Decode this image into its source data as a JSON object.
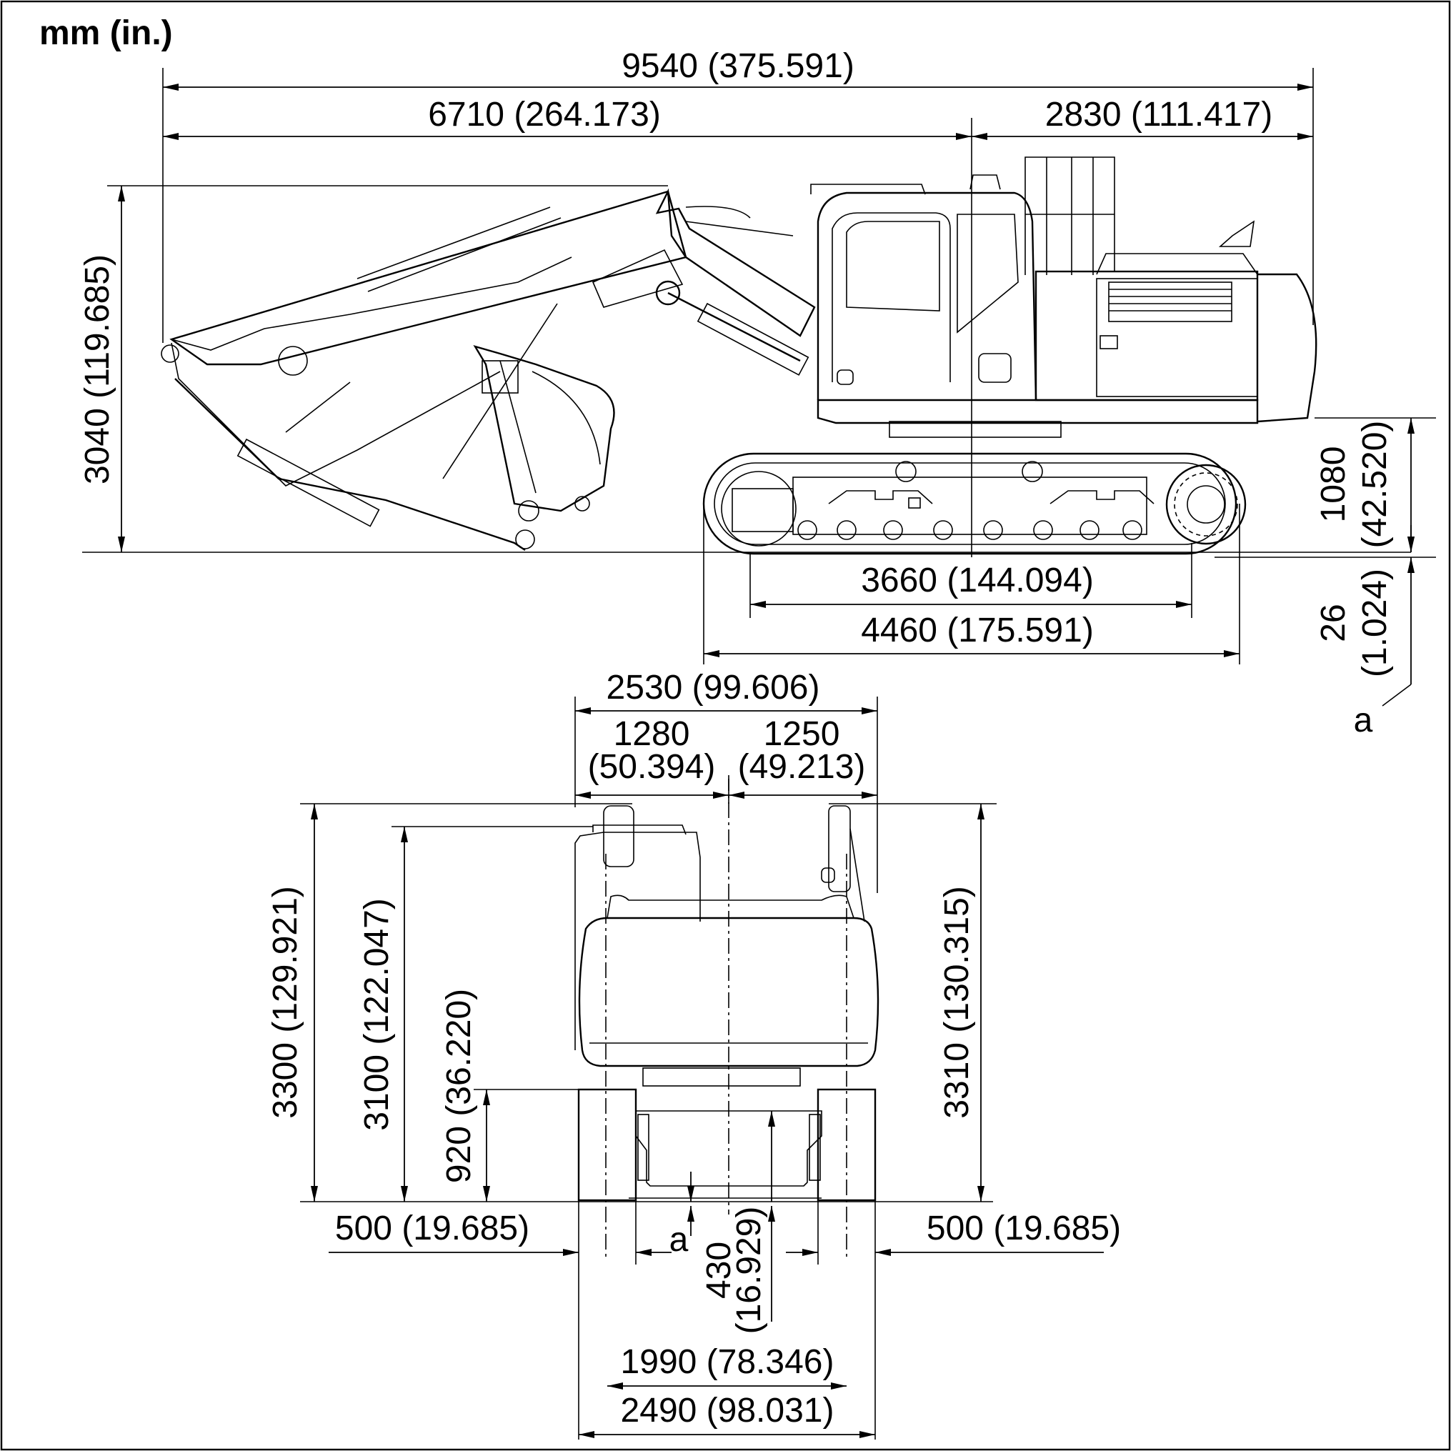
{
  "units_label": "mm (in.)",
  "dimensions": {
    "overall_length": "9540 (375.591)",
    "boom_length": "6710 (264.173)",
    "tail_length": "2830 (111.417)",
    "overall_height": "3040 (119.685)",
    "counterweight_clearance": "1080",
    "counterweight_clearance_in": "(42.520)",
    "grouser_height": "26",
    "grouser_height_in": "(1.024)",
    "tumbler_distance": "3660 (144.094)",
    "track_length": "4460 (175.591)",
    "upper_width": "2530 (99.606)",
    "left_width": "1280",
    "left_width_in": "(50.394)",
    "right_width": "1250",
    "right_width_in": "(49.213)",
    "cab_rail_height": "3300 (129.921)",
    "cab_height": "3100 (122.047)",
    "clearance_height": "920 (36.220)",
    "right_rail_height": "3310 (130.315)",
    "shoe_width_left": "500 (19.685)",
    "shoe_width_right": "500 (19.685)",
    "ground_clearance": "430",
    "ground_clearance_in": "(16.929)",
    "track_gauge": "1990 (78.346)",
    "undercarriage_width": "2490 (98.031)"
  },
  "callouts": {
    "grouser_marker": "a",
    "front_marker": "a"
  }
}
